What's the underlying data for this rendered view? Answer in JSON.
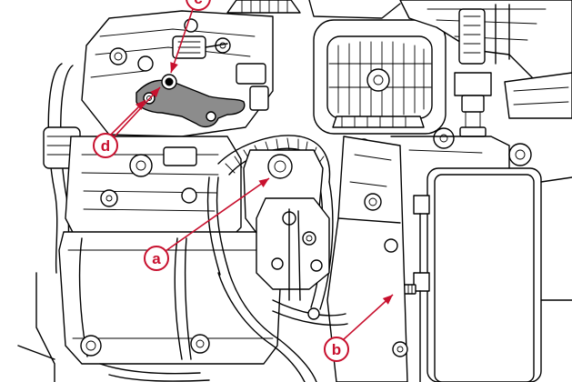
{
  "colors": {
    "callout": "#c8102e",
    "line": "#000000",
    "highlight": "#8c8c8c",
    "background": "#ffffff"
  },
  "callouts": {
    "a": "a",
    "b": "b",
    "c": "c",
    "d": "d"
  }
}
